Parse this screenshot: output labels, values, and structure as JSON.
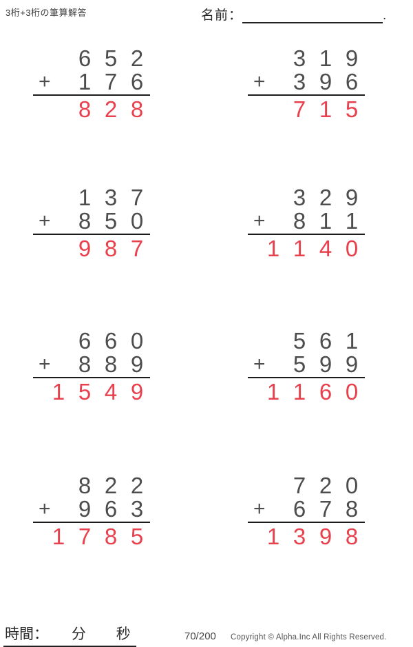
{
  "header": {
    "title": "3桁+3桁の筆算解答",
    "name_label": "名前：",
    "name_period": "."
  },
  "operator": "+",
  "problems": [
    {
      "addend1": "652",
      "addend2": "176",
      "answer": "828"
    },
    {
      "addend1": "319",
      "addend2": "396",
      "answer": "715"
    },
    {
      "addend1": "137",
      "addend2": "850",
      "answer": "987"
    },
    {
      "addend1": "329",
      "addend2": "811",
      "answer": "1140"
    },
    {
      "addend1": "660",
      "addend2": "889",
      "answer": "1549"
    },
    {
      "addend1": "561",
      "addend2": "599",
      "answer": "1160"
    },
    {
      "addend1": "822",
      "addend2": "963",
      "answer": "1785"
    },
    {
      "addend1": "720",
      "addend2": "678",
      "answer": "1398"
    }
  ],
  "footer": {
    "time_label": "時間：",
    "minutes_label": "分",
    "seconds_label": "秒",
    "page_indicator": "70/200",
    "copyright": "Copyright © Alpha.Inc All Rights Reserved."
  },
  "colors": {
    "problem_digits": "#4d4d4d",
    "answer_digits": "#e8404d",
    "rule_line": "#1a1a1a"
  }
}
